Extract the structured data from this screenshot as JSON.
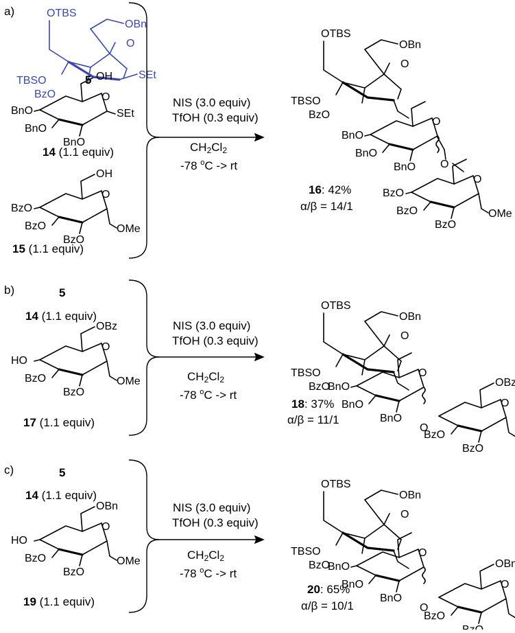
{
  "colors": {
    "highlight": "#3b48a8",
    "ink": "#000000"
  },
  "panels": [
    {
      "tag": "a)",
      "donor_number": "5",
      "reactants": [
        {
          "number": "14",
          "equiv": "(1.1 equiv)"
        },
        {
          "number": "15",
          "equiv": "(1.1 equiv)"
        }
      ],
      "reagent1": "NIS (3.0 equiv)",
      "reagent2": "TfOH (0.3 equiv)",
      "solvent_main": "CH",
      "solvent_sub1": "2",
      "solvent_cl": "Cl",
      "solvent_sub2": "2",
      "temp_pre": "-78 ",
      "temp_sup": "o",
      "temp_post": "C -> rt",
      "product_number": "16",
      "product_yield": ": 42%",
      "ratio": "α/β = 14/1"
    },
    {
      "tag": "b)",
      "donor_number": "5",
      "reactants": [
        {
          "number": "14",
          "equiv": "(1.1 equiv)"
        },
        {
          "number": "17",
          "equiv": "(1.1 equiv)"
        }
      ],
      "reagent1": "NIS (3.0 equiv)",
      "reagent2": "TfOH (0.3 equiv)",
      "solvent_main": "CH",
      "solvent_sub1": "2",
      "solvent_cl": "Cl",
      "solvent_sub2": "2",
      "temp_pre": "-78 ",
      "temp_sup": "o",
      "temp_post": "C -> rt",
      "product_number": "18",
      "product_yield": ": 37%",
      "ratio": "α/β = 11/1"
    },
    {
      "tag": "c)",
      "donor_number": "5",
      "reactants": [
        {
          "number": "14",
          "equiv": "(1.1 equiv)"
        },
        {
          "number": "19",
          "equiv": "(1.1 equiv)"
        }
      ],
      "reagent1": "NIS (3.0 equiv)",
      "reagent2": "TfOH (0.3 equiv)",
      "solvent_main": "CH",
      "solvent_sub1": "2",
      "solvent_cl": "Cl",
      "solvent_sub2": "2",
      "temp_pre": "-78 ",
      "temp_sup": "o",
      "temp_post": "C -> rt",
      "product_number": "20",
      "product_yield": ": 65%",
      "ratio": "α/β = 10/1"
    }
  ],
  "groups": {
    "otbs": "OTBS",
    "obn": "OBn",
    "sEt": "SEt",
    "tbso": "TBSO",
    "bzo": "BzO",
    "oh": "OH",
    "bno": "BnO",
    "obz": "OBz",
    "ome": "OMe",
    "ho": "HO",
    "o": "O",
    "ring_o": "O"
  }
}
